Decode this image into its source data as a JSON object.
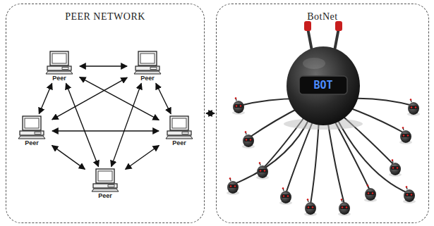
{
  "diagram": {
    "nodes": [
      {
        "text": [
          "PEER NETWORK"
        ]
      },
      {
        "text": [
          "Peer"
        ],
        "in": 0
      },
      {
        "text": [
          "Peer"
        ],
        "in": 0
      },
      {
        "text": [
          "Peer"
        ],
        "in": 0
      },
      {
        "text": [
          "Peer"
        ],
        "in": 0
      },
      {
        "text": [
          "Peer"
        ],
        "in": 0
      },
      {
        "text": [
          "BotNet"
        ]
      }
    ],
    "edges": [
      {
        "from": 0,
        "to": 6,
        "arrow": "both"
      },
      {
        "from": 1,
        "to": 2,
        "arrow": "both"
      },
      {
        "from": 1,
        "to": 3,
        "arrow": "both"
      },
      {
        "from": 1,
        "to": 4,
        "arrow": "both"
      },
      {
        "from": 1,
        "to": 5,
        "arrow": "both"
      },
      {
        "from": 2,
        "to": 3,
        "arrow": "both"
      },
      {
        "from": 2,
        "to": 4,
        "arrow": "both"
      },
      {
        "from": 2,
        "to": 5,
        "arrow": "both"
      },
      {
        "from": 3,
        "to": 4,
        "arrow": "both"
      },
      {
        "from": 3,
        "to": 5,
        "arrow": "both"
      },
      {
        "from": 4,
        "to": 5,
        "arrow": "both"
      }
    ],
    "labels": [
      "BOT"
    ]
  }
}
